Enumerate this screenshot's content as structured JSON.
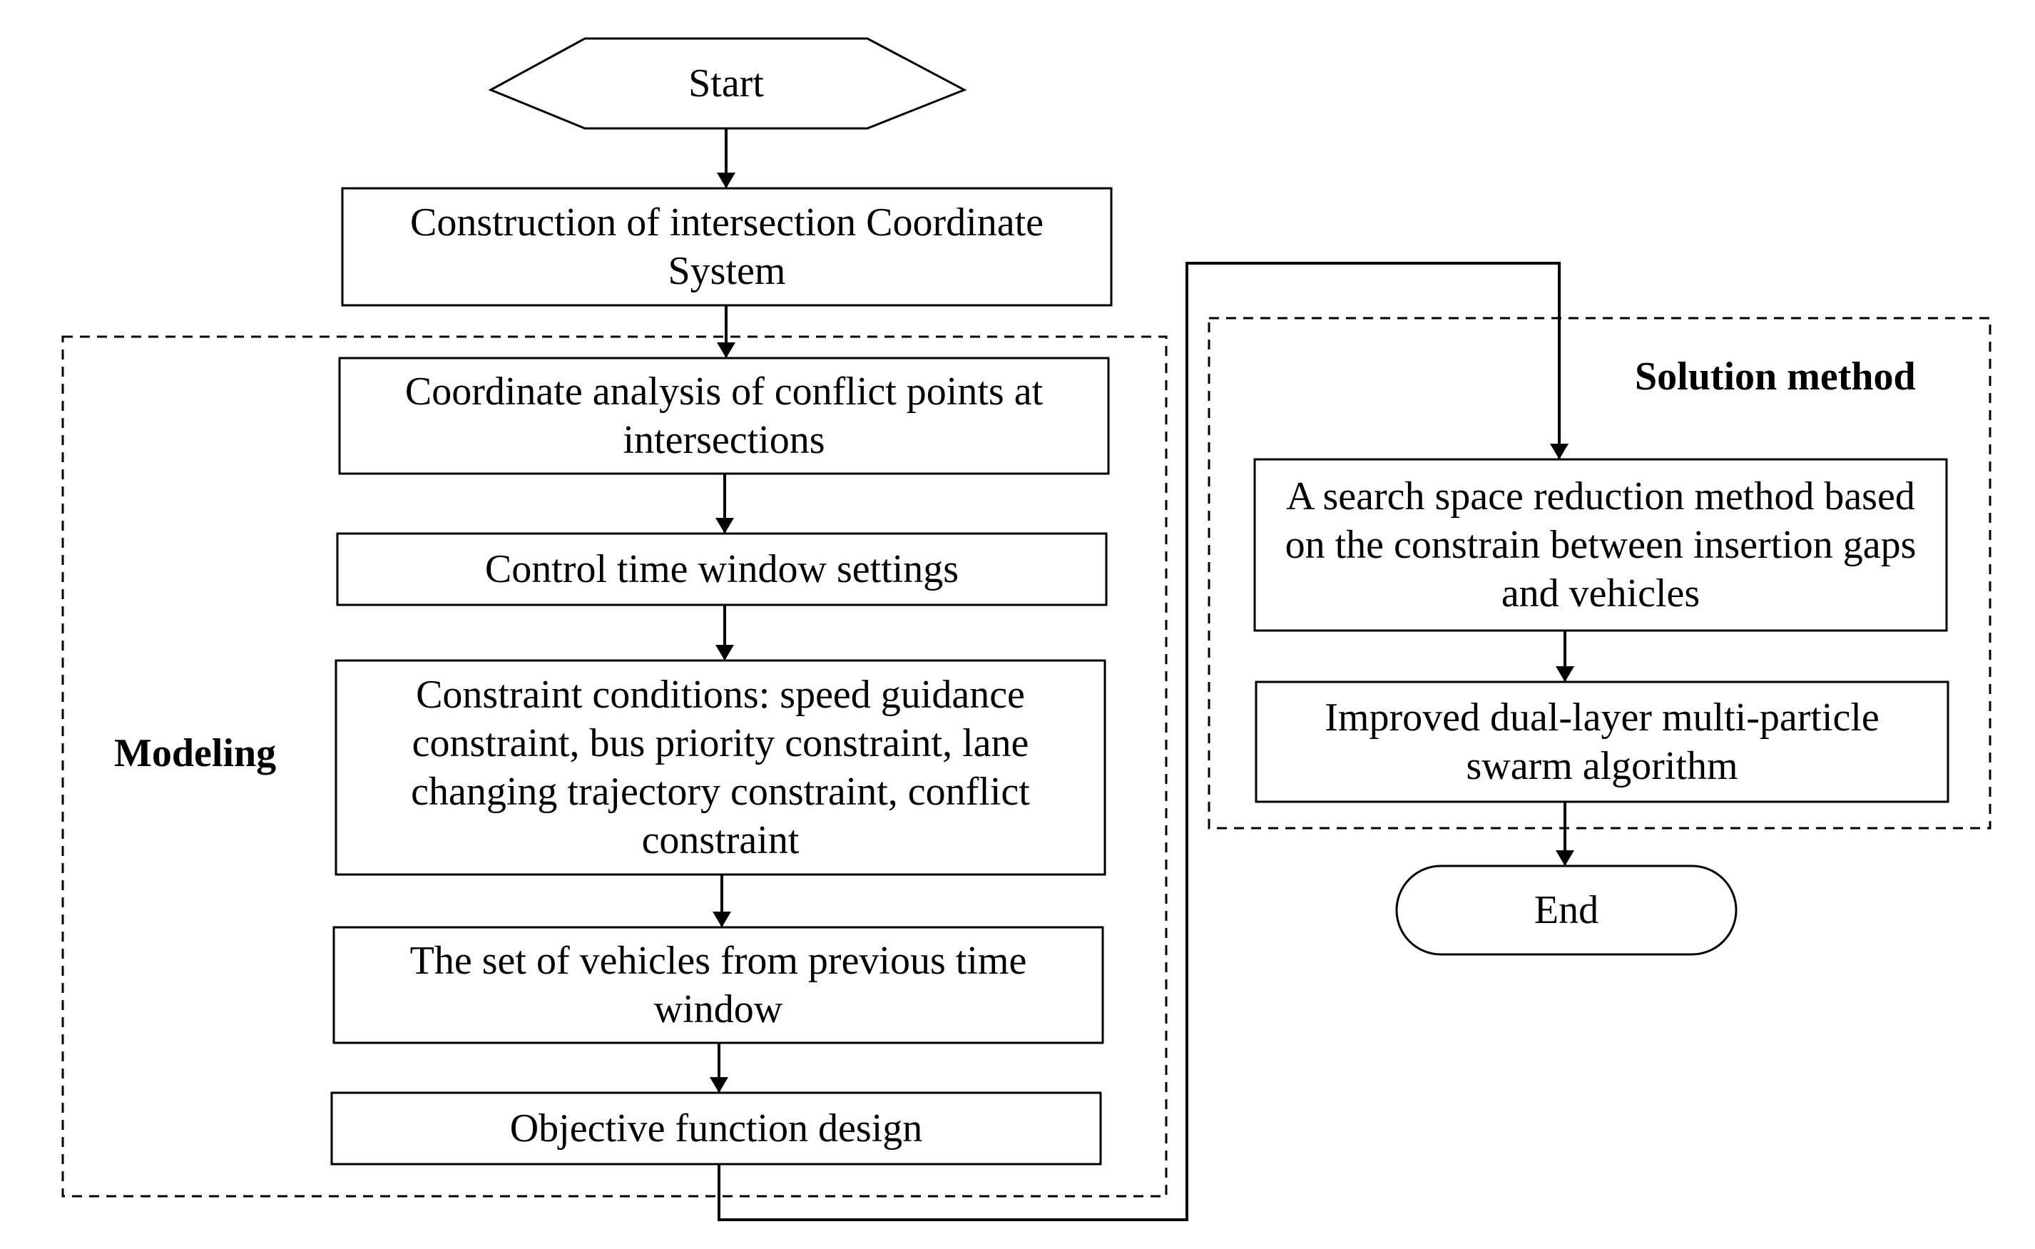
{
  "groups": {
    "modeling": "Modeling",
    "solution": "Solution method"
  },
  "nodes": {
    "start": "Start",
    "coordinate_system": "Construction of intersection Coordinate System",
    "conflict_points": "Coordinate analysis of conflict points at intersections",
    "time_window": "Control time window settings",
    "constraints": "Constraint conditions: speed guidance constraint, bus priority constraint, lane changing trajectory constraint, conflict constraint",
    "vehicle_set": "The set of vehicles from previous time window",
    "objective": "Objective function design",
    "search_space": "A search space reduction method based on the constrain between insertion gaps and vehicles",
    "pso": "Improved dual-layer multi-particle swarm algorithm",
    "end": "End"
  }
}
